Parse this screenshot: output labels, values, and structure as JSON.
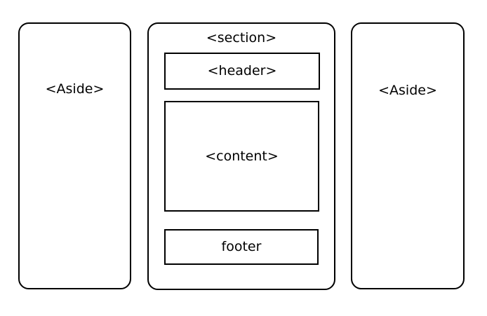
{
  "diagram": {
    "aside_left": {
      "label": "<Aside>"
    },
    "section": {
      "label": "<section>",
      "header": {
        "label": "<header>"
      },
      "content": {
        "label": "<content>"
      },
      "footer": {
        "label": "footer"
      }
    },
    "aside_right": {
      "label": "<Aside>"
    },
    "colors": {
      "stroke": "#000000",
      "background": "#ffffff"
    }
  }
}
